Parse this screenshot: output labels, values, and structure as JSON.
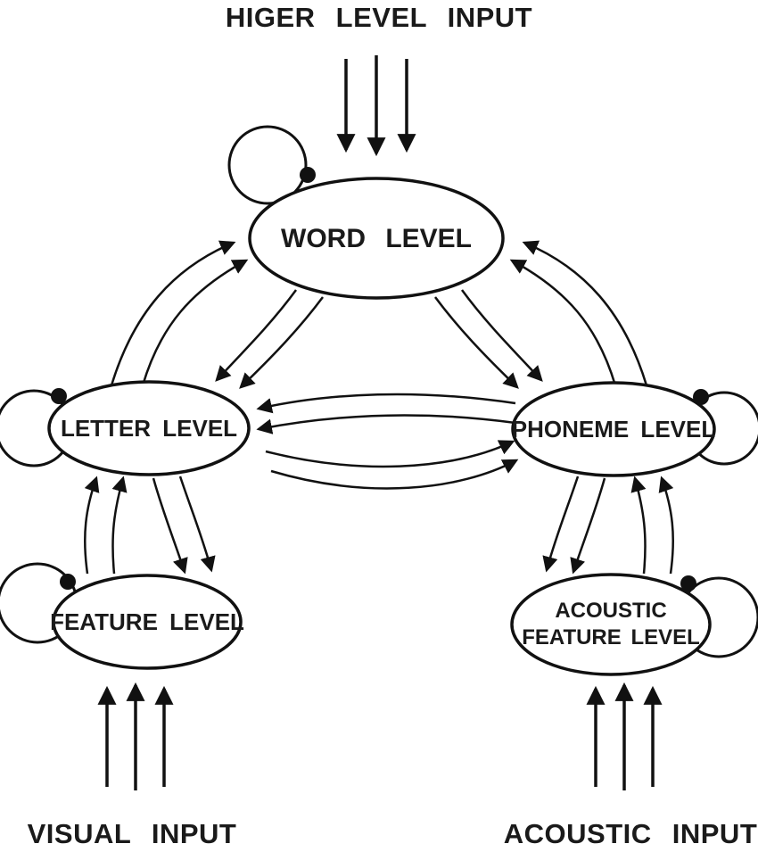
{
  "diagram": {
    "description": "Interactive activation model of word recognition with visual and acoustic pathways",
    "top_input_label": "HIGER LEVEL INPUT",
    "nodes": {
      "word": {
        "label": "WORD LEVEL"
      },
      "letter": {
        "label": "LETTER LEVEL"
      },
      "phoneme": {
        "label": "PHONEME LEVEL"
      },
      "feature": {
        "label": "FEATURE LEVEL"
      },
      "acoustic_feature": {
        "line1": "ACOUSTIC",
        "line2": "FEATURE LEVEL"
      }
    },
    "bottom_left_label": "VISUAL INPUT",
    "bottom_right_label": "ACOUSTIC INPUT",
    "colors": {
      "stroke": "#111111",
      "text": "#1a1a1a",
      "background": "#ffffff"
    }
  }
}
